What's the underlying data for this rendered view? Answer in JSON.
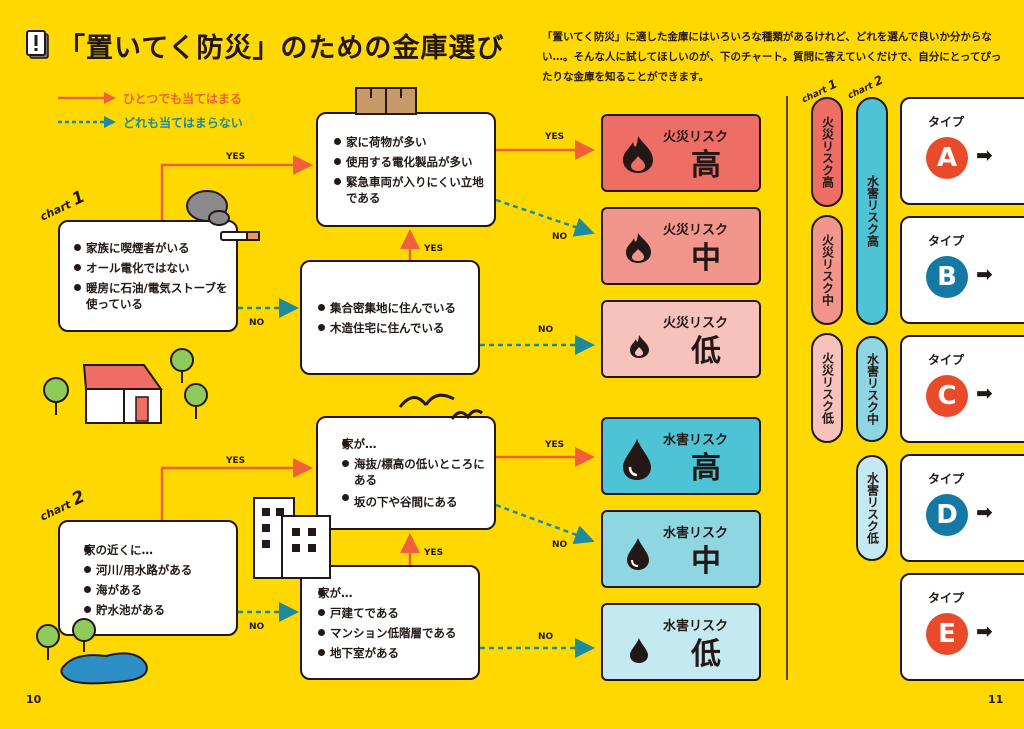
{
  "title": "「置いてく防災」のための金庫選び",
  "intro": "「置いてく防災」に適した金庫にはいろいろな種類があるけれど、どれを選んで良いか分からない…。そんな人に試してほしいのが、下のチャート。質問に答えていくだけで、自分にとってぴったりな金庫を知ることができます。",
  "legend": {
    "yes": "ひとつでも当てはまる",
    "no": "どれも当てはまらない"
  },
  "chart_label": "chart",
  "chart1": {
    "num": "1",
    "start": [
      "家族に喫煙者がいる",
      "オール電化ではない",
      "暖房に石油/電気ストーブを使っている"
    ],
    "upper": [
      "家に荷物が多い",
      "使用する電化製品が多い",
      "緊急車両が入りにくい立地である"
    ],
    "lower": [
      "集合密集地に住んでいる",
      "木造住宅に住んでいる"
    ]
  },
  "chart2": {
    "num": "2",
    "start_head": "家の近くに…",
    "start": [
      "河川/用水路がある",
      "海がある",
      "貯水池がある"
    ],
    "upper_head": "家が…",
    "upper": [
      "海抜/標高の低いところにある",
      "坂の下や谷間にある"
    ],
    "lower_head": "家が…",
    "lower": [
      "戸建てである",
      "マンション低階層である",
      "地下室がある"
    ]
  },
  "yes": "YES",
  "no": "NO",
  "fire": {
    "title": "火災リスク",
    "high": "高",
    "mid": "中",
    "low": "低"
  },
  "water": {
    "title": "水害リスク",
    "high": "高",
    "mid": "中",
    "low": "低"
  },
  "col1_num": "1",
  "col2_num": "2",
  "pills": {
    "fire_high": "火災リスク高",
    "fire_mid": "火災リスク中",
    "fire_low": "火災リスク低",
    "water_high": "水害リスク高",
    "water_mid": "水害リスク中",
    "water_low": "水害リスク低"
  },
  "type_label": "タイプ",
  "types": [
    "A",
    "B",
    "C",
    "D",
    "E"
  ],
  "page_left": "10",
  "page_right": "11",
  "colors": {
    "bg": "#FFD800",
    "yes_line": "#F0603A",
    "no_line": "#1D8A9E",
    "fire_high": "#EE6E66",
    "fire_mid": "#F2958C",
    "fire_low": "#F8C2BC",
    "water_high": "#4EC3D6",
    "water_mid": "#8FD6E3",
    "water_low": "#C4E9F0",
    "type_circle_a": "#E94A2A",
    "type_circle_b": "#1479A4"
  }
}
